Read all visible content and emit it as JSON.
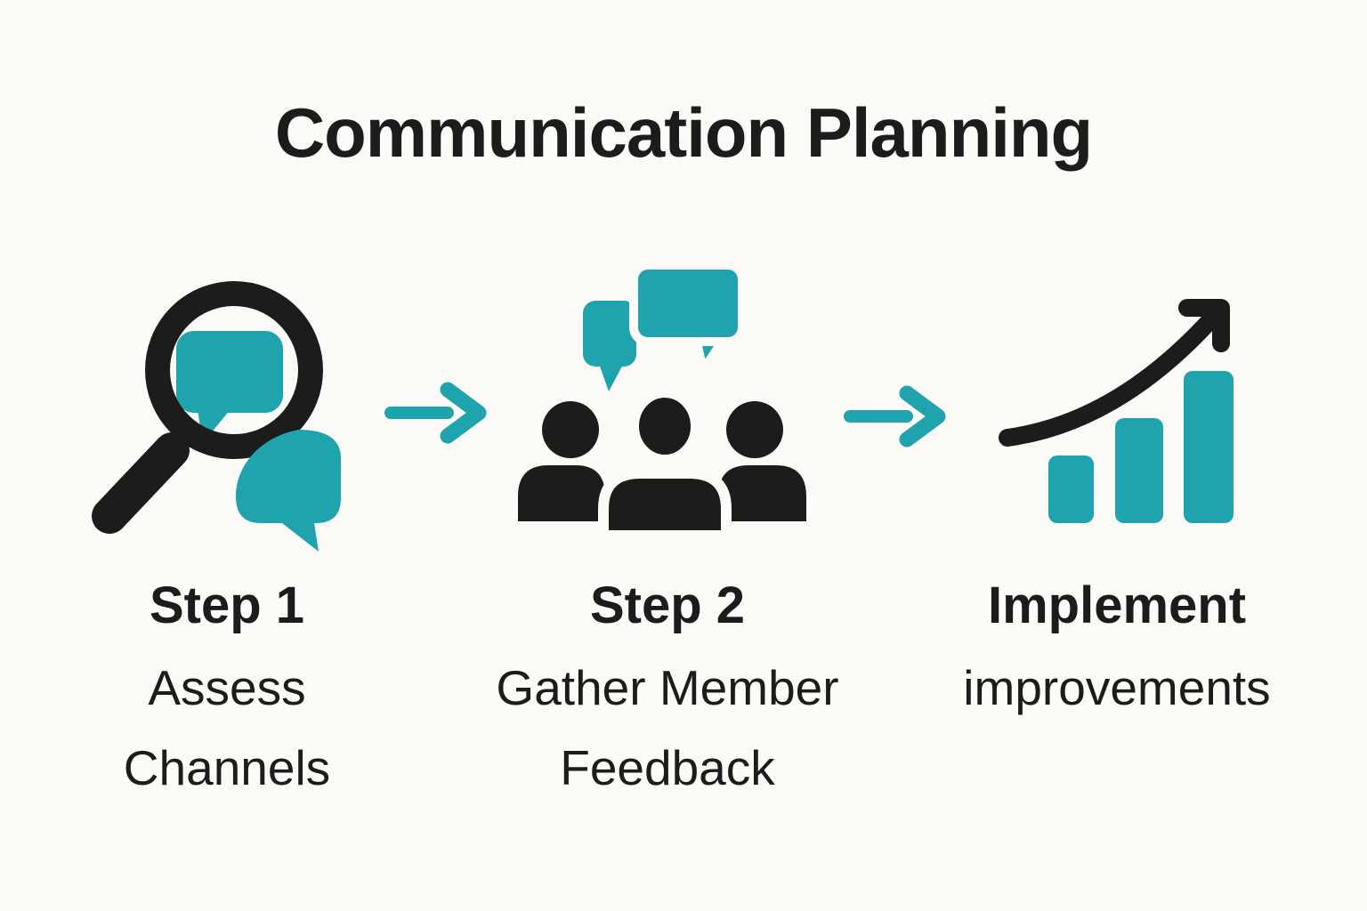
{
  "title": "Communication Planning",
  "colors": {
    "teal": "#1FA3AD",
    "ink": "#1C1C1C",
    "background": "#FCFBF7"
  },
  "steps": [
    {
      "label": "Step 1",
      "description_lines": [
        "Assess",
        "Channels"
      ],
      "icon": "magnifier-chat-icon"
    },
    {
      "label": "Step 2",
      "description_lines": [
        "Gather Member",
        "Feedback"
      ],
      "icon": "people-discussion-icon"
    },
    {
      "label": "Implement",
      "description_lines": [
        "improvements"
      ],
      "icon": "growth-bars-icon"
    }
  ],
  "connectors": [
    {
      "icon": "arrow-right-icon"
    },
    {
      "icon": "arrow-right-icon"
    }
  ]
}
